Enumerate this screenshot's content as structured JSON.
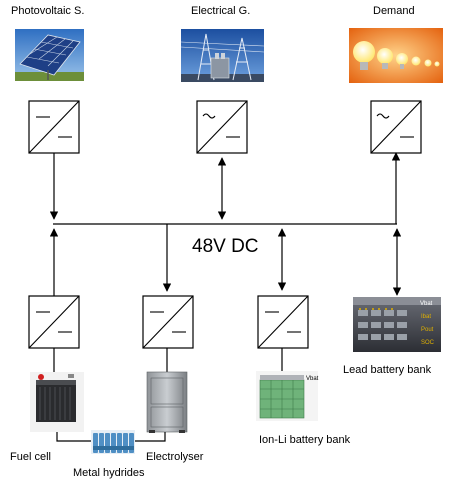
{
  "sources": {
    "photovoltaic": {
      "label": "Photovoltaic S."
    },
    "grid": {
      "label": "Electrical G."
    },
    "demand": {
      "label": "Demand"
    }
  },
  "bus": {
    "label": "48V DC"
  },
  "storage": {
    "fuel_cell": {
      "label": "Fuel cell"
    },
    "metal_hydrides": {
      "label": "Metal hydrides"
    },
    "electrolyser": {
      "label": "Electrolyser"
    },
    "ion_li": {
      "label": "Ion-Li battery bank",
      "photo_text": [
        "Vbat"
      ]
    },
    "lead": {
      "label": "Lead battery bank",
      "photo_text": [
        "Vbat",
        "Ibat",
        "Pout",
        "SOC"
      ]
    }
  },
  "converters": [
    {
      "id": "pv",
      "type": "dc-dc"
    },
    {
      "id": "grid",
      "type": "ac-dc"
    },
    {
      "id": "demand",
      "type": "ac-dc"
    },
    {
      "id": "fuel-cell",
      "type": "dc-dc"
    },
    {
      "id": "electrolyser",
      "type": "dc-dc"
    },
    {
      "id": "ion-li",
      "type": "dc-dc"
    }
  ],
  "colors": {
    "pv_panel": "#1e3f86",
    "sky": "#3f82d0",
    "grid_sky": "#2a62b7",
    "demand_bg": "#f08020",
    "bulb_glow": "#fff7b0",
    "liion_cells": "#6fb37a",
    "lead_dark": "#4b4d55",
    "metal_blue": "#4f8fc4"
  }
}
